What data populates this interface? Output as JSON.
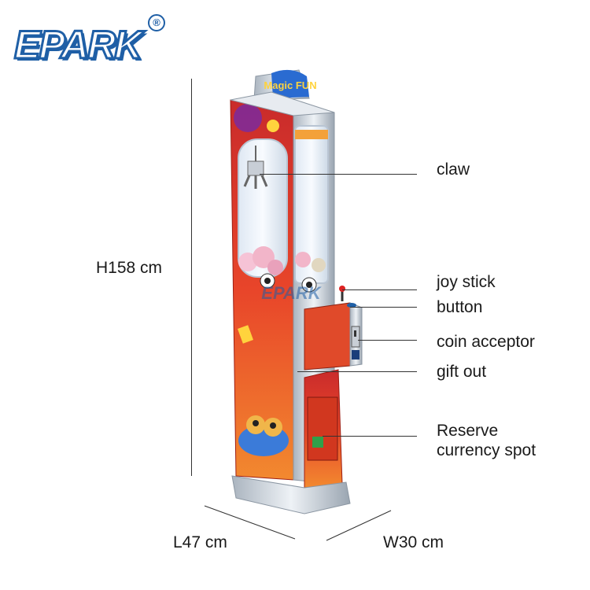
{
  "brand": {
    "logo_text": "EPARK",
    "registered_mark": "®"
  },
  "product": {
    "topper_text": "Magic FUN"
  },
  "dimensions": {
    "height": "H158 cm",
    "length": "L47 cm",
    "width": "W30 cm"
  },
  "parts": [
    {
      "label": "claw"
    },
    {
      "label": "joy stick"
    },
    {
      "label": "button"
    },
    {
      "label": "coin acceptor"
    },
    {
      "label": "gift out"
    },
    {
      "label": "Reserve\ncurrency spot"
    }
  ],
  "colors": {
    "brand_blue": "#1f5fa6",
    "cabinet_red": "#d9381e",
    "cabinet_orange": "#f07a2a",
    "metal": "#cfd6de"
  }
}
